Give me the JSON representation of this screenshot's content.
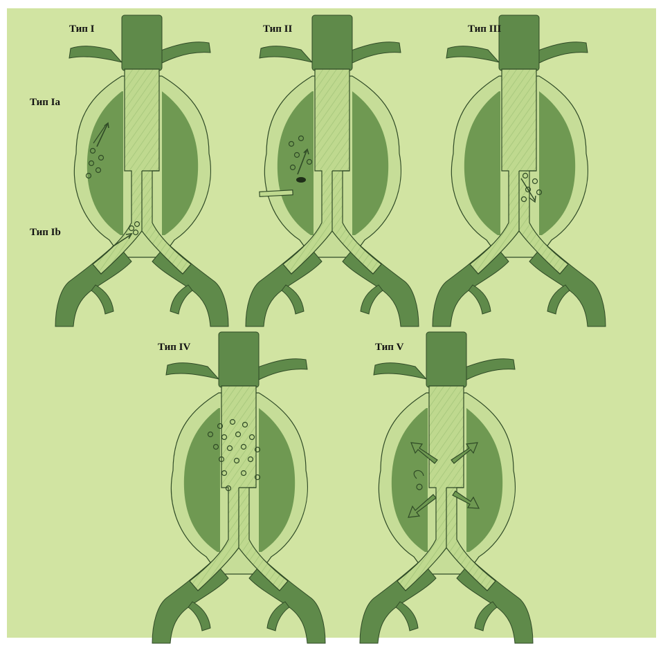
{
  "labels": {
    "type1": "Тип I",
    "type1a": "Тип Ia",
    "type1b": "Тип Ib",
    "type2": "Тип II",
    "type3": "Тип III",
    "type4": "Тип IV",
    "type5": "Тип V"
  },
  "colors": {
    "background": "#d1e4a2",
    "sac_outline": "#c6dd98",
    "thrombus": "#6f9952",
    "vessel": "#5f8a4a",
    "graft": "#bfd98f",
    "stroke": "#2f4a26"
  }
}
